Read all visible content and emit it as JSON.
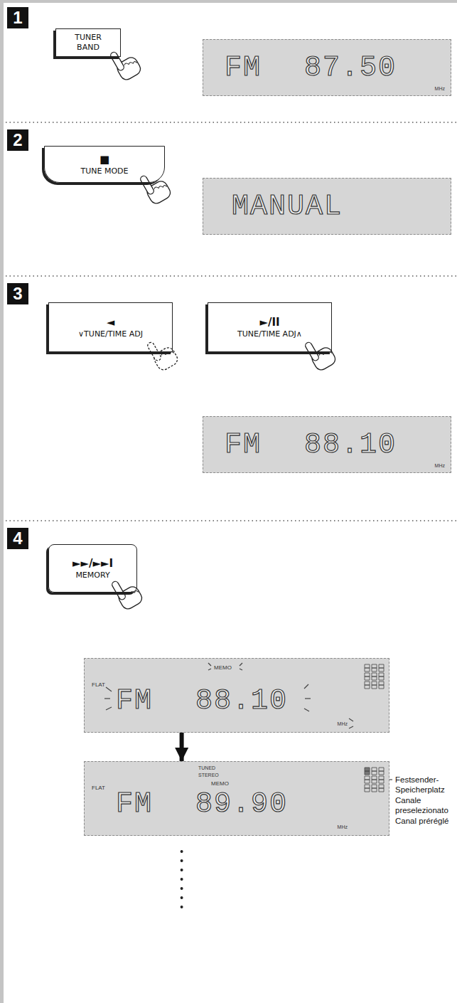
{
  "diagram": {
    "nodes": [
      {
        "text": [
          "1"
        ]
      },
      {
        "text": [
          "TUNER",
          "BAND"
        ]
      },
      {
        "text": [
          "FM 87.50",
          "MHz"
        ]
      },
      {
        "text": [
          "2"
        ]
      },
      {
        "text": [
          "■",
          "TUNE MODE"
        ]
      },
      {
        "text": [
          "MANUAL"
        ]
      },
      {
        "text": [
          "3"
        ]
      },
      {
        "text": [
          "◄",
          "∨TUNE/TIME ADJ"
        ]
      },
      {
        "text": [
          "►/II",
          "TUNE/TIME ADJ∧"
        ]
      },
      {
        "text": [
          "FM 88.10",
          "MHz"
        ]
      },
      {
        "text": [
          "4"
        ]
      },
      {
        "text": [
          "►►/►►I",
          "MEMORY"
        ]
      },
      {
        "text": [
          "FLAT",
          "MEMO",
          "FM 88.10",
          "MHz"
        ]
      },
      {
        "text": [
          "TUNED",
          "STEREO",
          "MEMO",
          "FLAT",
          "FM 89.90",
          "MHz"
        ]
      }
    ],
    "edges": [
      {
        "from": 12,
        "to": 13,
        "arrow": "to"
      }
    ],
    "labels": [
      "Festsender- Speicherplatz",
      "Canale preselezionato",
      "Canal préréglé"
    ]
  }
}
